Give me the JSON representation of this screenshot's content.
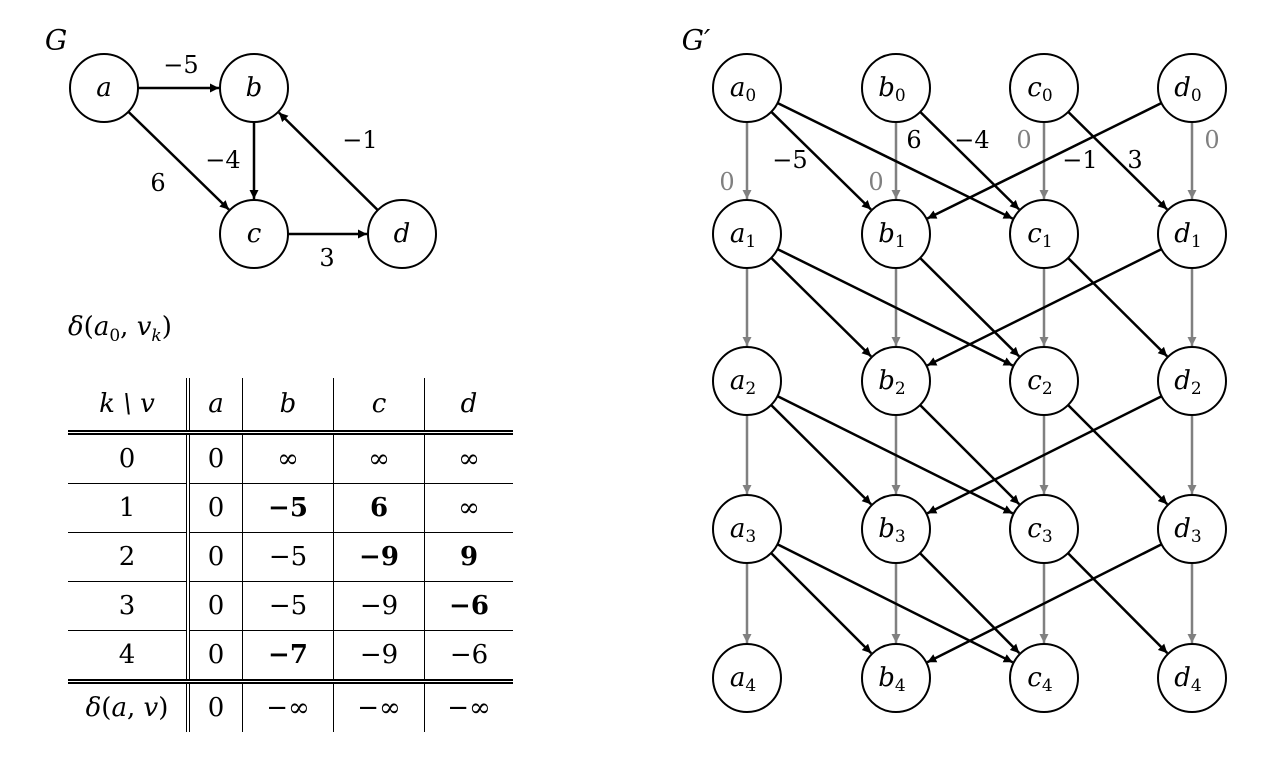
{
  "graph_g": {
    "label": "G",
    "nodes": [
      {
        "id": "a",
        "label": "a"
      },
      {
        "id": "b",
        "label": "b"
      },
      {
        "id": "c",
        "label": "c"
      },
      {
        "id": "d",
        "label": "d"
      }
    ],
    "edges": [
      {
        "from": "a",
        "to": "b",
        "weight": "−5"
      },
      {
        "from": "a",
        "to": "c",
        "weight": "6"
      },
      {
        "from": "b",
        "to": "c",
        "weight": "−4"
      },
      {
        "from": "d",
        "to": "b",
        "weight": "−1"
      },
      {
        "from": "c",
        "to": "d",
        "weight": "3"
      }
    ]
  },
  "table": {
    "caption": "δ(a₀, v_k)",
    "header": [
      "k \\ v",
      "a",
      "b",
      "c",
      "d"
    ],
    "rows": [
      {
        "k": "0",
        "a": "0",
        "b": "∞",
        "c": "∞",
        "d": "∞",
        "bold": []
      },
      {
        "k": "1",
        "a": "0",
        "b": "−5",
        "c": "6",
        "d": "∞",
        "bold": [
          "b",
          "c"
        ]
      },
      {
        "k": "2",
        "a": "0",
        "b": "−5",
        "c": "−9",
        "d": "9",
        "bold": [
          "c",
          "d"
        ]
      },
      {
        "k": "3",
        "a": "0",
        "b": "−5",
        "c": "−9",
        "d": "−6",
        "bold": [
          "d"
        ]
      },
      {
        "k": "4",
        "a": "0",
        "b": "−7",
        "c": "−9",
        "d": "−6",
        "bold": [
          "b"
        ]
      }
    ],
    "final": {
      "label": "δ(a, v)",
      "a": "0",
      "b": "−∞",
      "c": "−∞",
      "d": "−∞"
    }
  },
  "graph_gprime": {
    "label": "G′",
    "vertices": [
      "a",
      "b",
      "c",
      "d"
    ],
    "levels": [
      "0",
      "1",
      "2",
      "3",
      "4"
    ],
    "zero_weight_label": "0",
    "labeled_weights": [
      {
        "edge": "a0-b1",
        "weight": "−5"
      },
      {
        "edge": "a0-c1",
        "weight": "6"
      },
      {
        "edge": "b0-c1",
        "weight": "−4"
      },
      {
        "edge": "d0-b1",
        "weight": "−1"
      },
      {
        "edge": "c0-d1",
        "weight": "3"
      }
    ],
    "colors": {
      "dark": "#000000",
      "gray": "#808080"
    }
  }
}
